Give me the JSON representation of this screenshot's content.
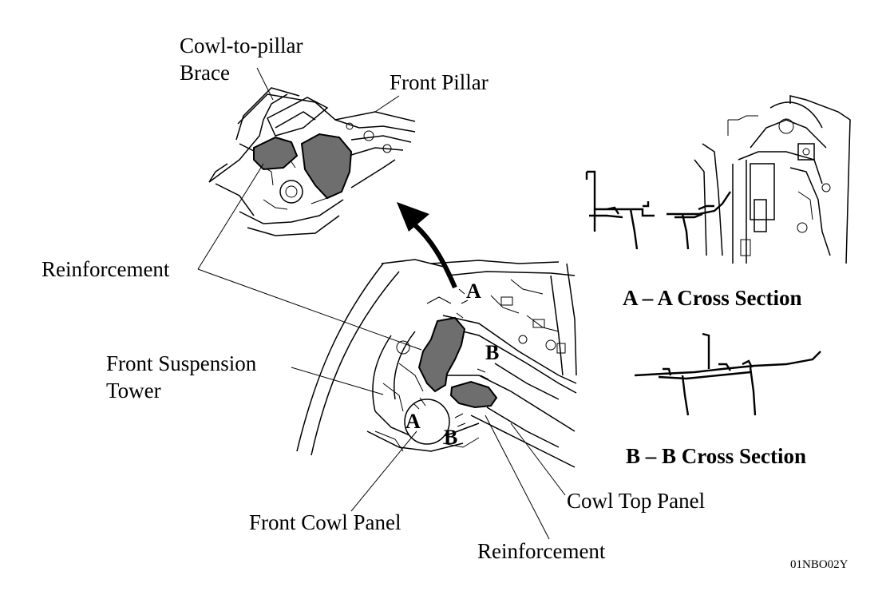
{
  "labels": {
    "cowl_to_pillar_brace_line1": "Cowl-to-pillar",
    "cowl_to_pillar_brace_line2": "Brace",
    "front_pillar": "Front Pillar",
    "reinforcement_left": "Reinforcement",
    "front_suspension_tower_line1": "Front Suspension",
    "front_suspension_tower_line2": "Tower",
    "front_cowl_panel": "Front Cowl Panel",
    "cowl_top_panel": "Cowl Top Panel",
    "reinforcement_bottom": "Reinforcement"
  },
  "section_marks": {
    "a_top": "A",
    "b_mid": "B",
    "a_circle": "A",
    "b_low": "B"
  },
  "cross_sections": {
    "a_title": "A – A Cross Section",
    "b_title": "B – B Cross Section"
  },
  "figure_code": "01NBO02Y",
  "colors": {
    "ink": "#000000",
    "reinforcement_fill": "#6e6e6e",
    "background": "#ffffff"
  }
}
